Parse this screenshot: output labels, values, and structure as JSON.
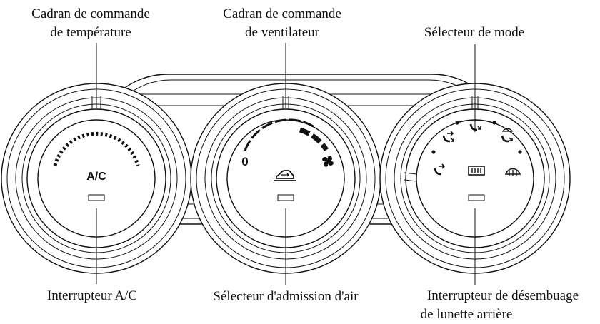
{
  "labels": {
    "temp_dial_line1": "Cadran de commande",
    "temp_dial_line2": "de température",
    "fan_dial_line1": "Cadran de commande",
    "fan_dial_line2": "de ventilateur",
    "mode_selector": "Sélecteur de mode",
    "ac_switch": "Interrupteur A/C",
    "air_intake": "Sélecteur d'admission d'air",
    "rear_defog_line1": "Interrupteur de désembuage",
    "rear_defog_line2": "de lunette arrière"
  },
  "knobs": {
    "ac_text": "A/C",
    "fan_min": "0"
  },
  "icons": {
    "fan": "fan-icon",
    "recirculation": "air-recirculation-icon",
    "rear_defrost": "rear-defrost-icon",
    "front_defrost": "front-defrost-icon",
    "vent_face": "vent-face-icon",
    "vent_face_feet": "vent-face-feet-icon",
    "vent_feet": "vent-feet-icon",
    "vent_feet_defrost": "vent-feet-defrost-icon"
  }
}
